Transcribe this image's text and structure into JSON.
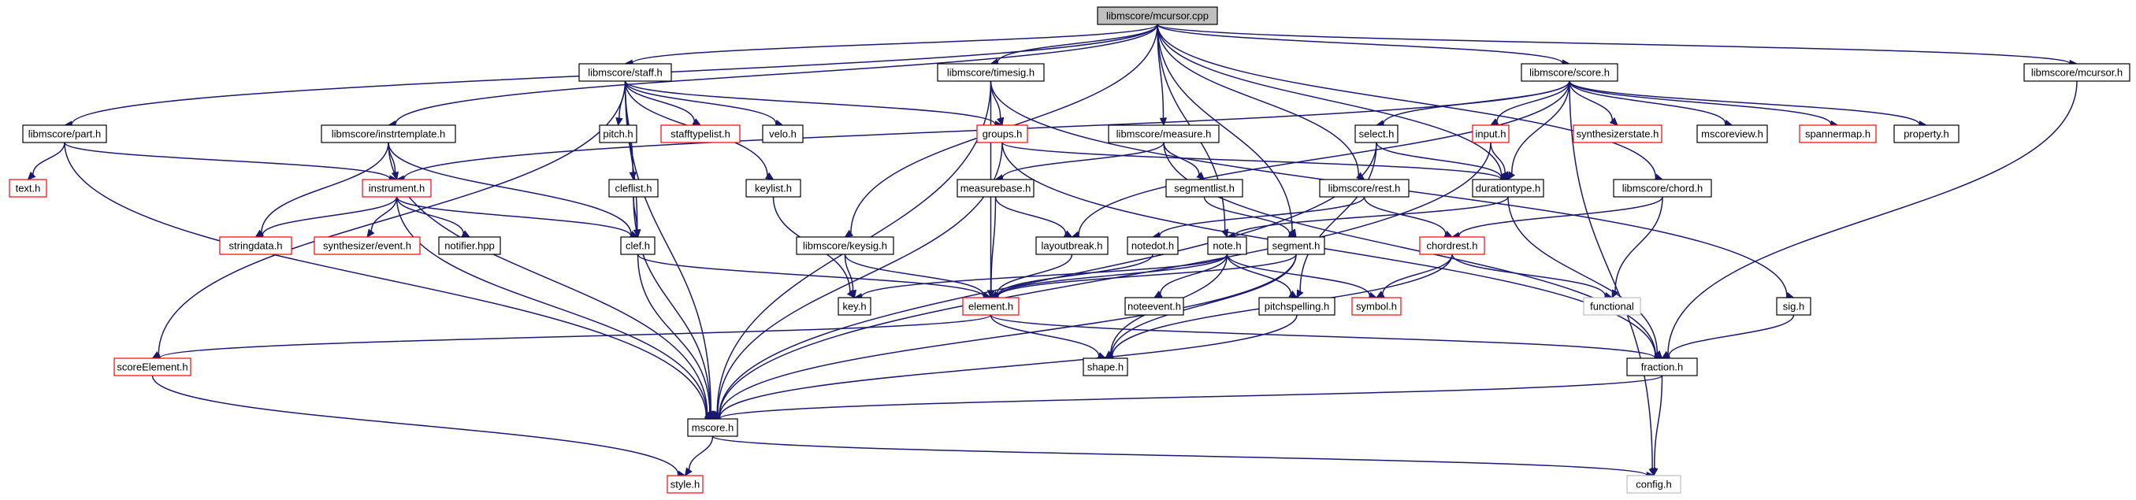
{
  "title": "libmscore/mcursor.cpp",
  "colors": {
    "edge": "#191970",
    "link": "#000000",
    "external": "#ff0000",
    "system": "#bfbfbf",
    "root_fill": "#bfbfbf"
  },
  "nodes": [
    {
      "id": "mcursor_cpp",
      "label": "libmscore/mcursor.cpp",
      "kind": "root"
    },
    {
      "id": "staff_h",
      "label": "libmscore/staff.h",
      "kind": "normal"
    },
    {
      "id": "timesig_h",
      "label": "libmscore/timesig.h",
      "kind": "normal"
    },
    {
      "id": "score_h",
      "label": "libmscore/score.h",
      "kind": "normal"
    },
    {
      "id": "mcursor_h",
      "label": "libmscore/mcursor.h",
      "kind": "normal"
    },
    {
      "id": "part_h",
      "label": "libmscore/part.h",
      "kind": "normal"
    },
    {
      "id": "instrtemplate_h",
      "label": "libmscore/instrtemplate.h",
      "kind": "normal"
    },
    {
      "id": "pitch_h",
      "label": "pitch.h",
      "kind": "normal"
    },
    {
      "id": "stafftypelist_h",
      "label": "stafftypelist.h",
      "kind": "red"
    },
    {
      "id": "velo_h",
      "label": "velo.h",
      "kind": "normal"
    },
    {
      "id": "groups_h",
      "label": "groups.h",
      "kind": "red"
    },
    {
      "id": "measure_h",
      "label": "libmscore/measure.h",
      "kind": "normal"
    },
    {
      "id": "select_h",
      "label": "select.h",
      "kind": "normal"
    },
    {
      "id": "input_h",
      "label": "input.h",
      "kind": "red"
    },
    {
      "id": "synthesizerstate_h",
      "label": "synthesizerstate.h",
      "kind": "red"
    },
    {
      "id": "mscoreview_h",
      "label": "mscoreview.h",
      "kind": "normal"
    },
    {
      "id": "spannermap_h",
      "label": "spannermap.h",
      "kind": "red"
    },
    {
      "id": "property_h",
      "label": "property.h",
      "kind": "normal"
    },
    {
      "id": "text_h",
      "label": "text.h",
      "kind": "red"
    },
    {
      "id": "instrument_h",
      "label": "instrument.h",
      "kind": "red"
    },
    {
      "id": "cleflist_h",
      "label": "cleflist.h",
      "kind": "normal"
    },
    {
      "id": "keylist_h",
      "label": "keylist.h",
      "kind": "normal"
    },
    {
      "id": "measurebase_h",
      "label": "measurebase.h",
      "kind": "normal"
    },
    {
      "id": "segmentlist_h",
      "label": "segmentlist.h",
      "kind": "normal"
    },
    {
      "id": "rest_h",
      "label": "libmscore/rest.h",
      "kind": "normal"
    },
    {
      "id": "durationtype_h",
      "label": "durationtype.h",
      "kind": "normal"
    },
    {
      "id": "chord_h",
      "label": "libmscore/chord.h",
      "kind": "normal"
    },
    {
      "id": "stringdata_h",
      "label": "stringdata.h",
      "kind": "red"
    },
    {
      "id": "synthesizer_event_h",
      "label": "synthesizer/event.h",
      "kind": "red"
    },
    {
      "id": "notifier_hpp",
      "label": "notifier.hpp",
      "kind": "normal"
    },
    {
      "id": "clef_h",
      "label": "clef.h",
      "kind": "normal"
    },
    {
      "id": "keysig_h",
      "label": "libmscore/keysig.h",
      "kind": "normal"
    },
    {
      "id": "layoutbreak_h",
      "label": "layoutbreak.h",
      "kind": "normal"
    },
    {
      "id": "notedot_h",
      "label": "notedot.h",
      "kind": "normal"
    },
    {
      "id": "note_h",
      "label": "note.h",
      "kind": "normal"
    },
    {
      "id": "segment_h",
      "label": "segment.h",
      "kind": "normal"
    },
    {
      "id": "chordrest_h",
      "label": "chordrest.h",
      "kind": "red"
    },
    {
      "id": "key_h",
      "label": "key.h",
      "kind": "normal"
    },
    {
      "id": "element_h",
      "label": "element.h",
      "kind": "red"
    },
    {
      "id": "noteevent_h",
      "label": "noteevent.h",
      "kind": "normal"
    },
    {
      "id": "pitchspelling_h",
      "label": "pitchspelling.h",
      "kind": "normal"
    },
    {
      "id": "symbol_h",
      "label": "symbol.h",
      "kind": "red"
    },
    {
      "id": "functional",
      "label": "functional",
      "kind": "gray"
    },
    {
      "id": "sig_h",
      "label": "sig.h",
      "kind": "normal"
    },
    {
      "id": "scoreElement_h",
      "label": "scoreElement.h",
      "kind": "red"
    },
    {
      "id": "shape_h",
      "label": "shape.h",
      "kind": "normal"
    },
    {
      "id": "fraction_h",
      "label": "fraction.h",
      "kind": "normal"
    },
    {
      "id": "mscore_h",
      "label": "mscore.h",
      "kind": "normal"
    },
    {
      "id": "style_h",
      "label": "style.h",
      "kind": "red"
    },
    {
      "id": "config_h",
      "label": "config.h",
      "kind": "gray"
    }
  ],
  "edges": [
    [
      "mcursor_cpp",
      "staff_h"
    ],
    [
      "mcursor_cpp",
      "timesig_h"
    ],
    [
      "mcursor_cpp",
      "score_h"
    ],
    [
      "mcursor_cpp",
      "mcursor_h"
    ],
    [
      "mcursor_cpp",
      "part_h"
    ],
    [
      "mcursor_cpp",
      "instrtemplate_h"
    ],
    [
      "mcursor_cpp",
      "measure_h"
    ],
    [
      "mcursor_cpp",
      "keysig_h"
    ],
    [
      "mcursor_cpp",
      "rest_h"
    ],
    [
      "mcursor_cpp",
      "chord_h"
    ],
    [
      "mcursor_cpp",
      "durationtype_h"
    ],
    [
      "mcursor_cpp",
      "segment_h"
    ],
    [
      "mcursor_cpp",
      "note_h"
    ],
    [
      "staff_h",
      "pitch_h"
    ],
    [
      "staff_h",
      "stafftypelist_h"
    ],
    [
      "staff_h",
      "velo_h"
    ],
    [
      "staff_h",
      "groups_h"
    ],
    [
      "staff_h",
      "cleflist_h"
    ],
    [
      "staff_h",
      "keylist_h"
    ],
    [
      "staff_h",
      "scoreElement_h"
    ],
    [
      "staff_h",
      "mscore_h"
    ],
    [
      "staff_h",
      "clef_h"
    ],
    [
      "timesig_h",
      "groups_h"
    ],
    [
      "timesig_h",
      "element_h"
    ],
    [
      "timesig_h",
      "mscore_h"
    ],
    [
      "timesig_h",
      "sig_h"
    ],
    [
      "score_h",
      "select_h"
    ],
    [
      "score_h",
      "input_h"
    ],
    [
      "score_h",
      "synthesizerstate_h"
    ],
    [
      "score_h",
      "mscoreview_h"
    ],
    [
      "score_h",
      "spannermap_h"
    ],
    [
      "score_h",
      "property_h"
    ],
    [
      "score_h",
      "instrument_h"
    ],
    [
      "score_h",
      "layoutbreak_h"
    ],
    [
      "score_h",
      "durationtype_h"
    ],
    [
      "score_h",
      "config_h"
    ],
    [
      "mcursor_h",
      "fraction_h"
    ],
    [
      "part_h",
      "text_h"
    ],
    [
      "part_h",
      "instrument_h"
    ],
    [
      "part_h",
      "mscore_h"
    ],
    [
      "instrtemplate_h",
      "instrument_h"
    ],
    [
      "instrtemplate_h",
      "stringdata_h"
    ],
    [
      "instrtemplate_h",
      "clef_h"
    ],
    [
      "instrtemplate_h",
      "mscore_h"
    ],
    [
      "groups_h",
      "durationtype_h"
    ],
    [
      "groups_h",
      "mscore_h"
    ],
    [
      "groups_h",
      "fraction_h"
    ],
    [
      "measure_h",
      "measurebase_h"
    ],
    [
      "measure_h",
      "segmentlist_h"
    ],
    [
      "measure_h",
      "fraction_h"
    ],
    [
      "select_h",
      "durationtype_h"
    ],
    [
      "select_h",
      "pitchspelling_h"
    ],
    [
      "select_h",
      "mscore_h"
    ],
    [
      "input_h",
      "durationtype_h"
    ],
    [
      "input_h",
      "mscore_h"
    ],
    [
      "instrument_h",
      "stringdata_h"
    ],
    [
      "instrument_h",
      "synthesizer_event_h"
    ],
    [
      "instrument_h",
      "notifier_hpp"
    ],
    [
      "instrument_h",
      "clef_h"
    ],
    [
      "instrument_h",
      "mscore_h"
    ],
    [
      "cleflist_h",
      "clef_h"
    ],
    [
      "cleflist_h",
      "mscore_h"
    ],
    [
      "keylist_h",
      "key_h"
    ],
    [
      "measurebase_h",
      "layoutbreak_h"
    ],
    [
      "measurebase_h",
      "element_h"
    ],
    [
      "segmentlist_h",
      "segment_h"
    ],
    [
      "rest_h",
      "chordrest_h"
    ],
    [
      "rest_h",
      "notedot_h"
    ],
    [
      "durationtype_h",
      "note_h"
    ],
    [
      "durationtype_h",
      "fraction_h"
    ],
    [
      "chord_h",
      "chordrest_h"
    ],
    [
      "chord_h",
      "functional"
    ],
    [
      "clef_h",
      "element_h"
    ],
    [
      "clef_h",
      "mscore_h"
    ],
    [
      "keysig_h",
      "key_h"
    ],
    [
      "keysig_h",
      "element_h"
    ],
    [
      "layoutbreak_h",
      "element_h"
    ],
    [
      "notedot_h",
      "element_h"
    ],
    [
      "note_h",
      "element_h"
    ],
    [
      "note_h",
      "key_h"
    ],
    [
      "note_h",
      "noteevent_h"
    ],
    [
      "note_h",
      "pitchspelling_h"
    ],
    [
      "note_h",
      "symbol_h"
    ],
    [
      "note_h",
      "shape_h"
    ],
    [
      "segment_h",
      "element_h"
    ],
    [
      "segment_h",
      "shape_h"
    ],
    [
      "segment_h",
      "mscore_h"
    ],
    [
      "chordrest_h",
      "symbol_h"
    ],
    [
      "chordrest_h",
      "functional"
    ],
    [
      "chordrest_h",
      "shape_h"
    ],
    [
      "element_h",
      "scoreElement_h"
    ],
    [
      "element_h",
      "shape_h"
    ],
    [
      "element_h",
      "fraction_h"
    ],
    [
      "pitchspelling_h",
      "mscore_h"
    ],
    [
      "sig_h",
      "fraction_h"
    ],
    [
      "scoreElement_h",
      "style_h"
    ],
    [
      "fraction_h",
      "mscore_h"
    ],
    [
      "fraction_h",
      "config_h"
    ],
    [
      "mscore_h",
      "style_h"
    ],
    [
      "mscore_h",
      "config_h"
    ]
  ]
}
